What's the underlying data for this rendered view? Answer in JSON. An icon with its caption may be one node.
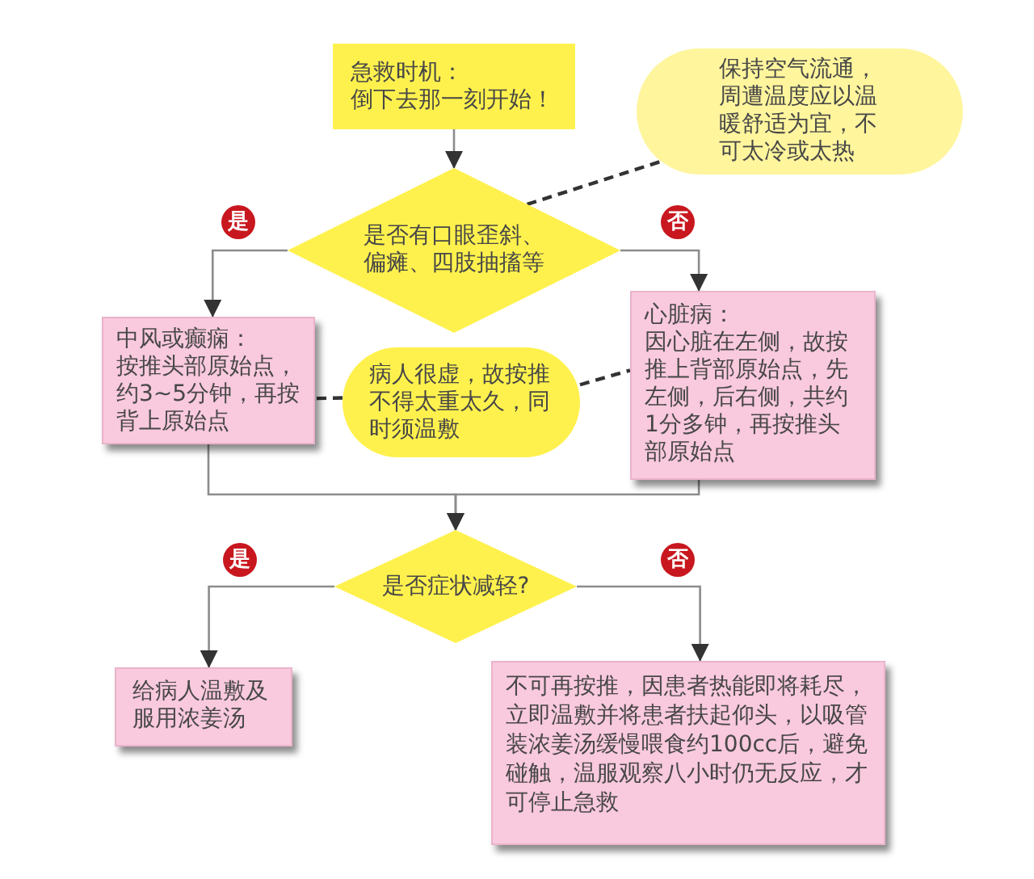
{
  "diagram": {
    "nodes": [
      {
        "text": [
          "急救时机：",
          "倒下去那一刻开始！"
        ]
      },
      {
        "text": [
          "保持空气流通，周遭温度应以温暖舒适为宜，不可太冷或太热"
        ]
      },
      {
        "text": [
          "是否有口眼歪斜、偏瘫、四肢抽搐等"
        ]
      },
      {
        "text": [
          "中风或癫痫：",
          "按推头部原始点，约3~5分钟，再按背上原始点"
        ]
      },
      {
        "text": [
          "病人很虚，故按推不得太重太久，同时须温敷"
        ]
      },
      {
        "text": [
          "心脏病：",
          "因心脏在左侧，故按推上背部原始点，先左侧，后右侧，共约1分多钟，再按推头部原始点"
        ]
      },
      {
        "text": [
          "是否症状减轻?"
        ]
      },
      {
        "text": [
          "给病人温敷及服用浓姜汤"
        ]
      },
      {
        "text": [
          "不可再按推，因患者热能即将耗尽，立即温敷并将患者扶起仰头，以吸管装浓姜汤缓慢喂食约100cc后，避免碰触，温服观察八小时仍无反应，才可停止急救"
        ]
      }
    ],
    "edges": [
      {
        "from": 0,
        "to": 2,
        "arrow": "to"
      },
      {
        "from": 1,
        "to": 2,
        "arrow": "none",
        "style": "dashed",
        "color": "#333333"
      },
      {
        "from": 2,
        "to": 3,
        "arrow": "to",
        "label": "是"
      },
      {
        "from": 2,
        "to": 5,
        "arrow": "to",
        "label": "否"
      },
      {
        "from": 4,
        "to": 3,
        "arrow": "none",
        "style": "dashed",
        "color": "#333333"
      },
      {
        "from": 4,
        "to": 5,
        "arrow": "none",
        "style": "dashed",
        "color": "#333333"
      },
      {
        "from": 3,
        "to": 6,
        "arrow": "to"
      },
      {
        "from": 5,
        "to": 6,
        "arrow": "to"
      },
      {
        "from": 6,
        "to": 7,
        "arrow": "to",
        "label": "是"
      },
      {
        "from": 6,
        "to": 8,
        "arrow": "to",
        "label": "否"
      }
    ]
  }
}
